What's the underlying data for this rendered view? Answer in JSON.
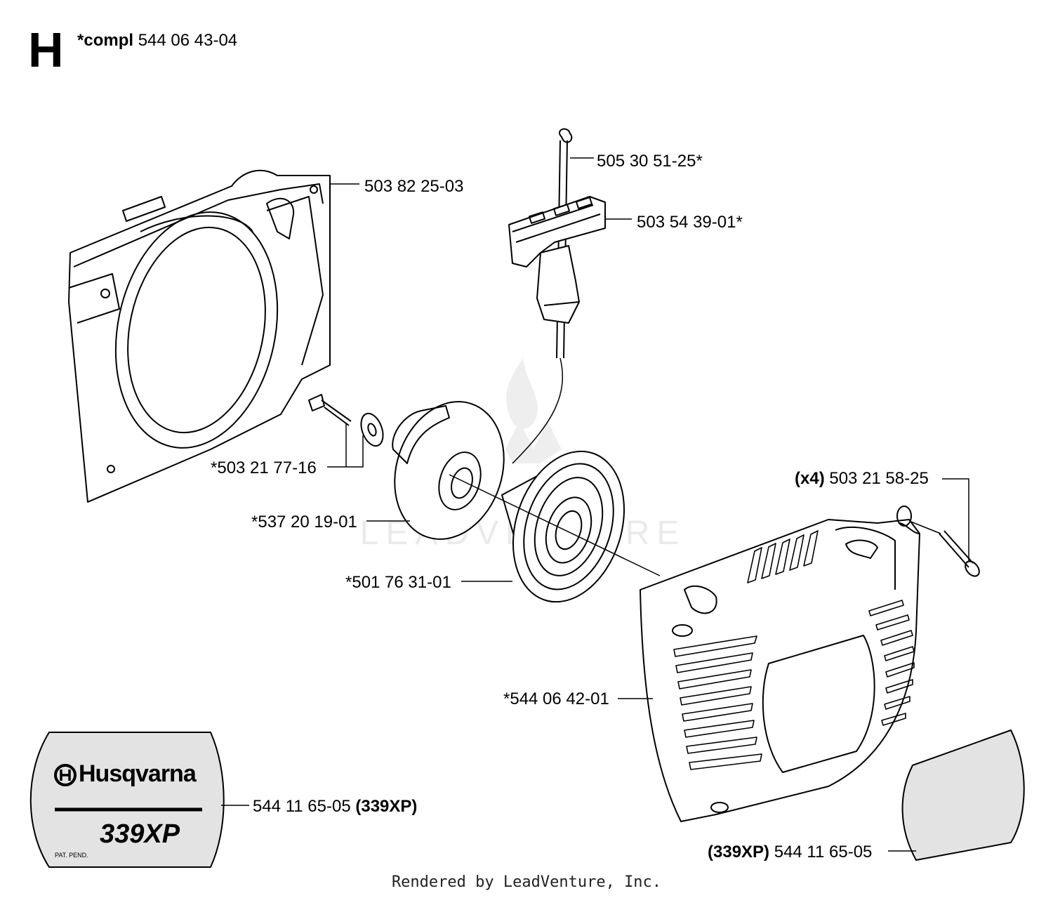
{
  "header": {
    "section_letter": "H",
    "compl_prefix": "*compl",
    "compl_number": "544 06 43-04"
  },
  "parts": [
    {
      "id": "fan-housing",
      "label": "503 82 25-03"
    },
    {
      "id": "starter-rope",
      "label": "505 30 51-25*"
    },
    {
      "id": "starter-handle",
      "label": "503 54 39-01*"
    },
    {
      "id": "screw-washer",
      "label": "*503 21 77-16"
    },
    {
      "id": "rope-pulley",
      "label": "*537 20 19-01"
    },
    {
      "id": "recoil-spring",
      "label": "*501 76 31-01"
    },
    {
      "id": "housing-screws",
      "qty": "(x4)",
      "label": "503 21 58-25"
    },
    {
      "id": "starter-cover",
      "label": "*544 06 42-01"
    },
    {
      "id": "decal-left",
      "label": "544 11 65-05",
      "model": "(339XP)"
    },
    {
      "id": "decal-right",
      "label": "544 11 65-05",
      "model": "(339XP)"
    }
  ],
  "decal": {
    "brand": "Husqvarna",
    "model": "339XP",
    "patent": "PAT. PEND."
  },
  "watermark": "LEADVENTURE",
  "footer": "Rendered by LeadVenture, Inc."
}
